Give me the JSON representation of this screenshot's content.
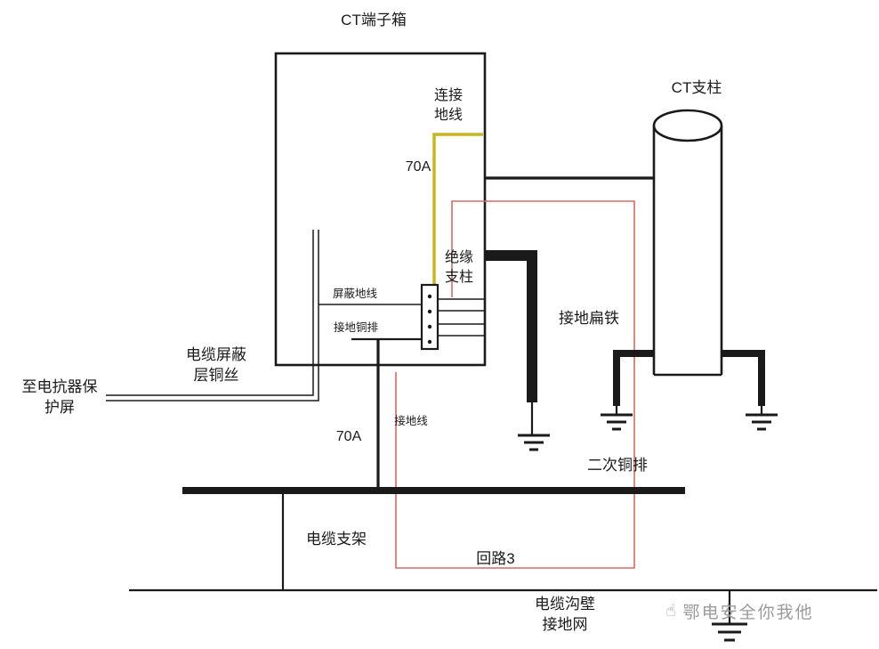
{
  "labels": {
    "ct_terminal_box": "CT端子箱",
    "ct_column": "CT支柱",
    "connecting_ground_wire": "连接\n地线",
    "amp_top": "70A",
    "insulation_post": "绝缘\n支柱",
    "shield_ground_wire": "屏蔽地线",
    "ground_copper_bar": "接地铜排",
    "ground_flat_iron": "接地扁铁",
    "cable_shield_copper": "电缆屏蔽\n层铜丝",
    "to_reactor_panel": "至电抗器保\n护屏",
    "ground_wire": "接地线",
    "amp_bottom": "70A",
    "secondary_copper_bar": "二次铜排",
    "cable_bracket": "电缆支架",
    "loop3": "回路3",
    "trench_ground_net": "电缆沟壁\n接地网",
    "watermark": "鄂电安全你我他",
    "watermark_icon": "☝"
  },
  "colors": {
    "line_black": "#1a1a1a",
    "wire_yellow": "#c9b520",
    "loop_red": "#d56a63",
    "watermark_gray": "#9b9b9b",
    "background": "#ffffff"
  }
}
